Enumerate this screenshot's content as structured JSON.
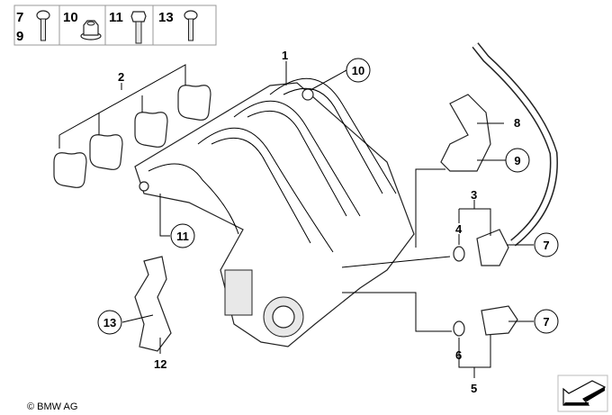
{
  "legend": [
    {
      "numbers": [
        "7",
        "9"
      ],
      "icon": "screw-icon"
    },
    {
      "numbers": [
        "10"
      ],
      "icon": "hex-nut-icon"
    },
    {
      "numbers": [
        "11"
      ],
      "icon": "hex-bolt-icon"
    },
    {
      "numbers": [
        "13"
      ],
      "icon": "screw-icon"
    }
  ],
  "callouts": {
    "c1": "1",
    "c2": "2",
    "c3": "3",
    "c4": "4",
    "c5": "5",
    "c6": "6",
    "c7a": "7",
    "c7b": "7",
    "c8": "8",
    "c9": "9",
    "c10": "10",
    "c11": "11",
    "c12": "12",
    "c13": "13"
  },
  "copyright": "© BMW AG",
  "nav_icon": "arrow-down-left-icon"
}
